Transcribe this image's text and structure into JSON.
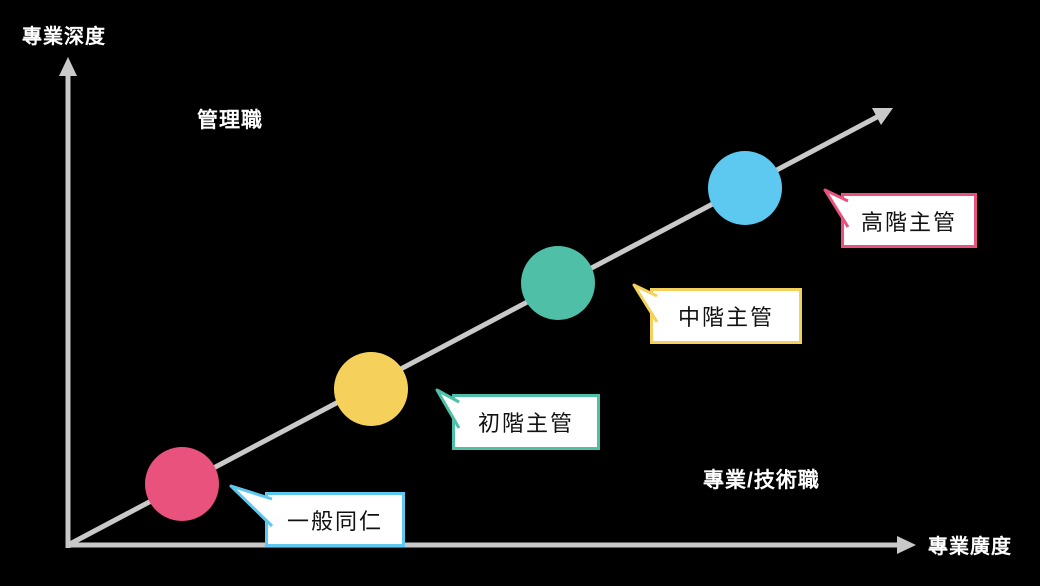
{
  "background": "#000000",
  "axes": {
    "y_label": "專業深度",
    "x_label": "專業廣度",
    "color": "#c9c9c9"
  },
  "regions": {
    "management": "管理職",
    "professional": "專業/技術職"
  },
  "levels": [
    {
      "label": "一般同仁",
      "circle_color": "#e8527c",
      "bubble_border": "#5dc9f1"
    },
    {
      "label": "初階主管",
      "circle_color": "#f5d15c",
      "bubble_border": "#4fbfa8"
    },
    {
      "label": "中階主管",
      "circle_color": "#4fbfa8",
      "bubble_border": "#f5d15c"
    },
    {
      "label": "高階主管",
      "circle_color": "#5dc9f1",
      "bubble_border": "#e8527c"
    }
  ]
}
